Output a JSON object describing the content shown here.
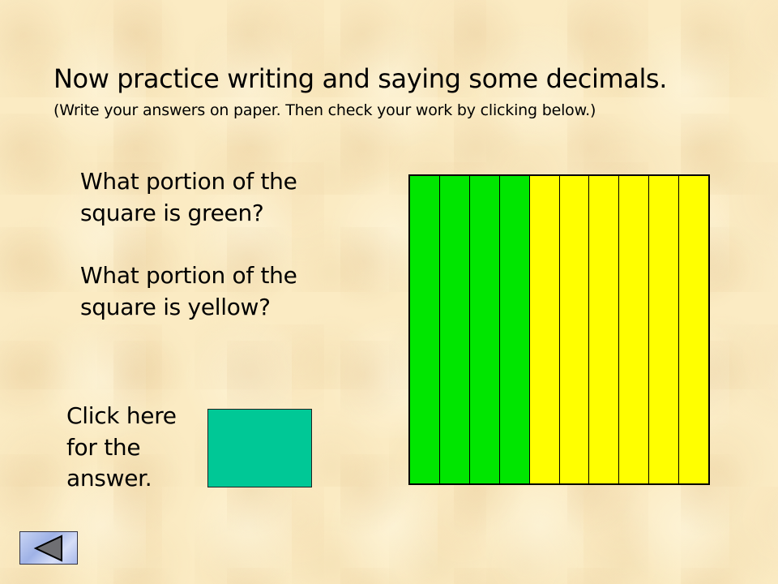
{
  "header": {
    "title": "Now practice writing and saying some decimals.",
    "subtitle": "(Write your answers on paper.  Then check your  work by clicking below.)"
  },
  "questions": [
    {
      "text": "What portion of the square is green?"
    },
    {
      "text": "What portion of the square is yellow?"
    }
  ],
  "answer_prompt": {
    "text": "Click here for the answer."
  },
  "answer_button": {
    "color": "#00c896"
  },
  "tenths_square": {
    "total_strips": 10,
    "green_strips": 4,
    "yellow_strips": 6,
    "green_color": "#00e600",
    "yellow_color": "#ffff00"
  },
  "navigation": {
    "back_button_icon": "left-triangle-icon"
  }
}
